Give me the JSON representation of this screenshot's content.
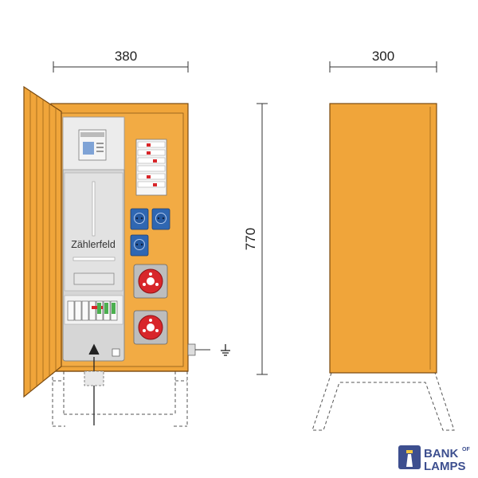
{
  "dimensions": {
    "front_width": "380",
    "side_depth": "300",
    "height": "770"
  },
  "panel": {
    "meter_field_label": "Zählerfeld"
  },
  "logo": {
    "line1": "BANK",
    "of": "OF",
    "line2": "LAMPS"
  },
  "colors": {
    "cabinet": "#f0a53a",
    "outline": "#7a4a10",
    "meter_panel": "#d4d4d4",
    "socket_blue": "#2f67b2",
    "cee_red": "#d8262a",
    "logo": "#3d4f8f"
  },
  "icons": [
    "ground-symbol-icon",
    "lighthouse-icon",
    "arrow-up-icon"
  ]
}
